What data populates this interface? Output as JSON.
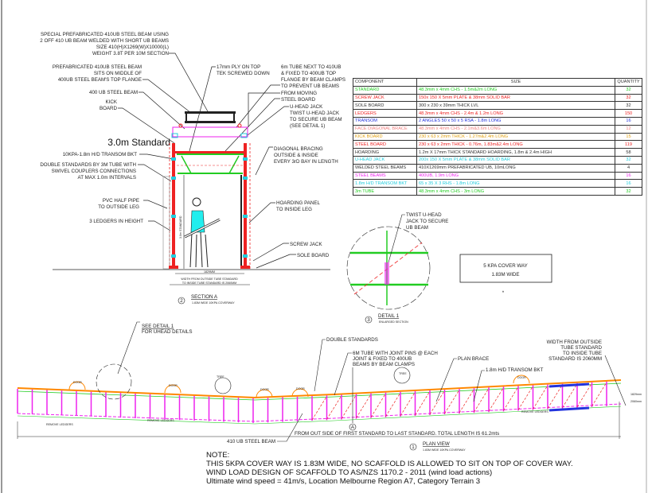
{
  "section_a": {
    "labels_left": {
      "special_beam": [
        "SPECIAL PREFABRICATED 410UB STEEL BEAM USING",
        "2 OFF 410 UB BEAM WELDED WITH SHORT UB BEAMS",
        "SIZE 410(H)X1269(W)X10000(L)",
        "WEIGHT 3.8T PER 10M SECTION"
      ],
      "prefab_beam": [
        "PREFABRICATED 410UB STEEL BEAM",
        "SITS ON MIDDLE OF",
        "400UB STEEL BEAM'S TOP FLANGE"
      ],
      "ub400": "400 UB STEEL BEAM",
      "kick_board": [
        "KICK",
        "BOARD"
      ],
      "standard": "3.0m Standard",
      "transom": "10KPA-1.8m H/D  TRANSOM BKT",
      "double_standards": [
        "DOUBLE STANDARDS BY 3M TUBE WITH",
        "SWIVEL COUPLERS CONNECTIONS",
        "AT MAX 1.0m INTERVALS"
      ],
      "pvc": [
        "PVC HALF PIPE",
        "TO OUTSIDE LEG"
      ],
      "ledgers": "3 LEDGERS IN HEIGHT"
    },
    "labels_right": {
      "ply": [
        "17mm PLY ON TOP",
        "TEK SCREWED DOWN"
      ],
      "tube": [
        "6m TUBE NEXT TO 410UB",
        "& FIXED TO 400UB TOP",
        "FLANGE BY BEAM CLAMPS",
        "TO PREVENT UB BEAMS",
        "FROM MOVING"
      ],
      "steel_board": "STEEL BOARD",
      "uhead": [
        "U-HEAD JACK",
        "TWIST U-HEAD JACK",
        "TO SECURE UB BEAM",
        "(SEE DETAIL 1)"
      ],
      "bracing": [
        "DIAGONAL BRACING",
        "OUTSIDE & INSIDE",
        "EVERY 3rD BAY IN LENGTH"
      ],
      "hoarding": [
        "HOARDING PANEL",
        "TO INSIDE LEG"
      ],
      "screw_jack": "SCREW JACK",
      "sole_board": "SOLE BOARD"
    },
    "dims": {
      "width": "1829MM",
      "note": [
        "WIDTH FROM OUTSIDE TUBE STANDARD",
        "TO INSIDE TUBE STANDARD IS 2060MM"
      ],
      "height": "3.0m STANDARD"
    },
    "title": {
      "number": "2",
      "name": "SECTION A",
      "sub": "1.83M WIDE 10KPA COVERWAY"
    }
  },
  "table": {
    "headers": [
      "COMPONENT",
      "SIZE",
      "QUANTITY"
    ],
    "rows": [
      {
        "component": "STANDARD",
        "size": "48.3mm x 4mm CHS - 1.5m&2m LONG",
        "qty": "32",
        "color": "#22cc22"
      },
      {
        "component": "SCREW JACK",
        "size": "150x 150 X 5mm PLATE & 38mm SOLID BAR",
        "qty": "32",
        "color": "#ee2222"
      },
      {
        "component": "SOLE BOARD",
        "size": "300 x 230 x 39mm THICK LVL",
        "qty": "32",
        "color": "#333333"
      },
      {
        "component": "LEDGERS",
        "size": "48.3mm x 4mm CHS -  2.4m & 1.2m LONG",
        "qty": "150",
        "color": "#ee2222"
      },
      {
        "component": "TRANSOM",
        "size": "2  ANGLES 50 x 50 x 5 RSA  - 1.8m LONG",
        "qty": "16",
        "color": "#2233dd"
      },
      {
        "component": "FACE DIAGONAL BRACE",
        "size": "48.3mm x 4mm CHS - 2.1m&3.6m LONG",
        "qty": "12",
        "color": "#f08080"
      },
      {
        "component": "KICK BOARD",
        "size": "230 x 63 x 2mm THICK - 1.27m&2.4m LONG",
        "qty": "15",
        "color": "#e0a010"
      },
      {
        "component": "STEEL BOARD",
        "size": "230 x 63 x 2mm THICK - 0.76m, 1.83m&2.4m LONG",
        "qty": "119",
        "color": "#ee2222"
      },
      {
        "component": "HOARDING",
        "size": "1.2m X 17mm THICK STANDARD HOARDING, 1.8m & 2.4m HIGH",
        "qty": "58",
        "color": "#333333"
      },
      {
        "component": "U-HEAD JACK",
        "size": "200x 150 X 5mm PLATE & 38mm SOLID BAR",
        "qty": "32",
        "color": "#22ccdd"
      },
      {
        "component": "WELDED STEEL BEAMS",
        "size": "410X1269mm PREFABRICATED UB, 10mLONG",
        "qty": "4",
        "color": "#333333"
      },
      {
        "component": "STEEL BEAMS",
        "size": "400UB, 1.9m LONG",
        "qty": "16",
        "color": "#ee22ee"
      },
      {
        "component": "1.8m H/D TRANSOM BKT",
        "size": "65 x 35 X 3 RHS - 1.8m LONG",
        "qty": "16",
        "color": "#22ccdd"
      },
      {
        "component": "3m TUBE",
        "size": "48.3mm x 4mm CHS - 3m LONG",
        "qty": "32",
        "color": "#22cc22"
      }
    ]
  },
  "detail": {
    "label": [
      "TWIST U-HEAD",
      "JACK TO SECURE",
      "UB BEAM"
    ],
    "number": "3",
    "name": "DETAIL 1",
    "sub": "ENLARGED SECTION"
  },
  "coverway_box": {
    "line1": "5 KPA COVER WAY",
    "line2": "1.83M WIDE",
    "mark": "*"
  },
  "plan": {
    "see_detail": [
      "SEE DETAIL 1",
      "FOR UHEAD DETAILS"
    ],
    "double_standards": "DOUBLE STANDARDS",
    "tube": [
      "6M TUBE WITH JOINT PINS @ EACH",
      "JOINT & FIXED TO 400UB",
      "BEAMS BY BEAM CLAMPS"
    ],
    "plan_brace": "PLAN BRACE",
    "transom": "1.8m H/D  TRANSOM BKT",
    "width": [
      "WIDTH FROM OUTSIDE",
      "TUBE STANDARD",
      "TO INSIDE TUBE",
      "STANDARD IS 2060MM"
    ],
    "beam": "410 UB STEEL BEAM",
    "length": "FROM OUT SIDE OF FIRST STANDARD TO LAST STANDARD. TOTAL LENGTH IS 61.2mts",
    "section_mark": "A",
    "door": "DOOR",
    "tree": "TREE",
    "bay": "2400",
    "remove": "REMOVE LEDGERS",
    "dim1": "1829mm",
    "dim2": "2060mm",
    "title": {
      "number": "1",
      "name": "PLAN VIEW",
      "sub": "1.83M WIDE 10KPA COVERWAY"
    }
  },
  "notes": {
    "heading": "NOTE:",
    "lines": [
      "THIS 5KPA COVER WAY IS 1.83M WIDE, NO SCAFFOLD IS ALLOWED TO SIT ON TOP OF COVER WAY.",
      "WIND LOAD DESIGN OF SCAFFOLD TO AS/NZS 1170.2 - 2011  (wind load actions)",
      "Ultimate wind speed = 41m/s, Location Melbourne Region A7, Category Terrain  3"
    ]
  }
}
